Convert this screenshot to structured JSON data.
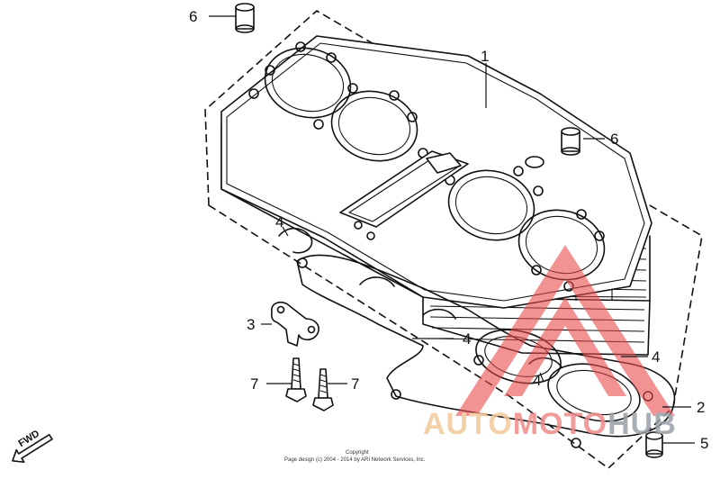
{
  "diagram": {
    "callouts": {
      "c1": "1",
      "c2": "2",
      "c3": "3",
      "c4a": "4",
      "c4b": "4",
      "c4c": "4",
      "c4d": "4",
      "c5": "5",
      "c6a": "6",
      "c6b": "6",
      "c7a": "7",
      "c7b": "7"
    },
    "fwd_label": "FWD",
    "copyright_line1": "Copyright",
    "copyright_line2": "Page design (c) 2004 - 2014 by ARI Network Services, Inc."
  },
  "watermark": {
    "part1": "AUTO",
    "part2": "MOTO",
    "part3": "HUB",
    "colors": {
      "auto": "#f2c89a",
      "moto": "#f08a8a",
      "hub": "#9aa0a6",
      "logo": "#e94a4a"
    }
  }
}
